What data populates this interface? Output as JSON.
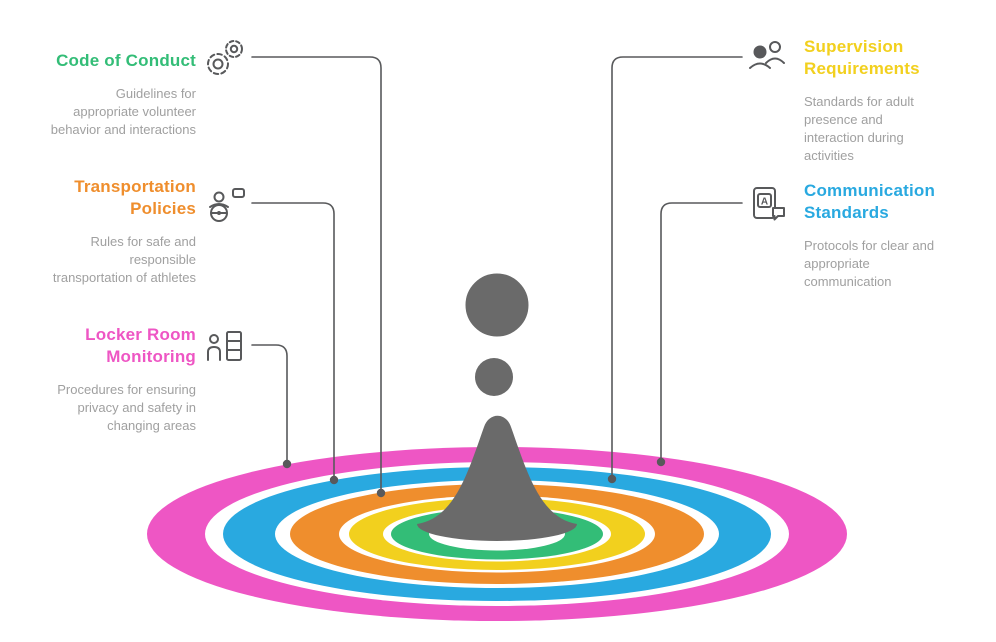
{
  "colors": {
    "green": "#33bd77",
    "orange": "#ef8e2d",
    "pink": "#ee56c4",
    "yellow": "#f2d01e",
    "blue": "#29a9e0",
    "splash_gray": "#6a6a6a",
    "line_gray": "#58595b",
    "desc_gray": "#a0a0a0",
    "white": "#ffffff"
  },
  "items": [
    {
      "id": "code-of-conduct",
      "title": "Code of Conduct",
      "description": "Guidelines for appropriate volunteer behavior and interactions",
      "color": "#33bd77",
      "icon": "gears-icon",
      "side": "left"
    },
    {
      "id": "transportation-policies",
      "title": "Transportation Policies",
      "description": "Rules for safe and responsible transportation of athletes",
      "color": "#ef8e2d",
      "icon": "driver-icon",
      "side": "left"
    },
    {
      "id": "locker-room-monitoring",
      "title": "Locker Room Monitoring",
      "description": "Procedures for ensuring privacy and safety in changing areas",
      "color": "#ee56c4",
      "icon": "locker-icon",
      "side": "left"
    },
    {
      "id": "supervision-requirements",
      "title": "Supervision Requirements",
      "description": "Standards for adult presence and interaction during activities",
      "color": "#f2d01e",
      "icon": "supervision-icon",
      "side": "right"
    },
    {
      "id": "communication-standards",
      "title": "Communication Standards",
      "description": "Protocols for clear and appropriate communication",
      "color": "#29a9e0",
      "icon": "communication-icon",
      "side": "right"
    }
  ],
  "icons": {
    "communication_letter": "A"
  }
}
